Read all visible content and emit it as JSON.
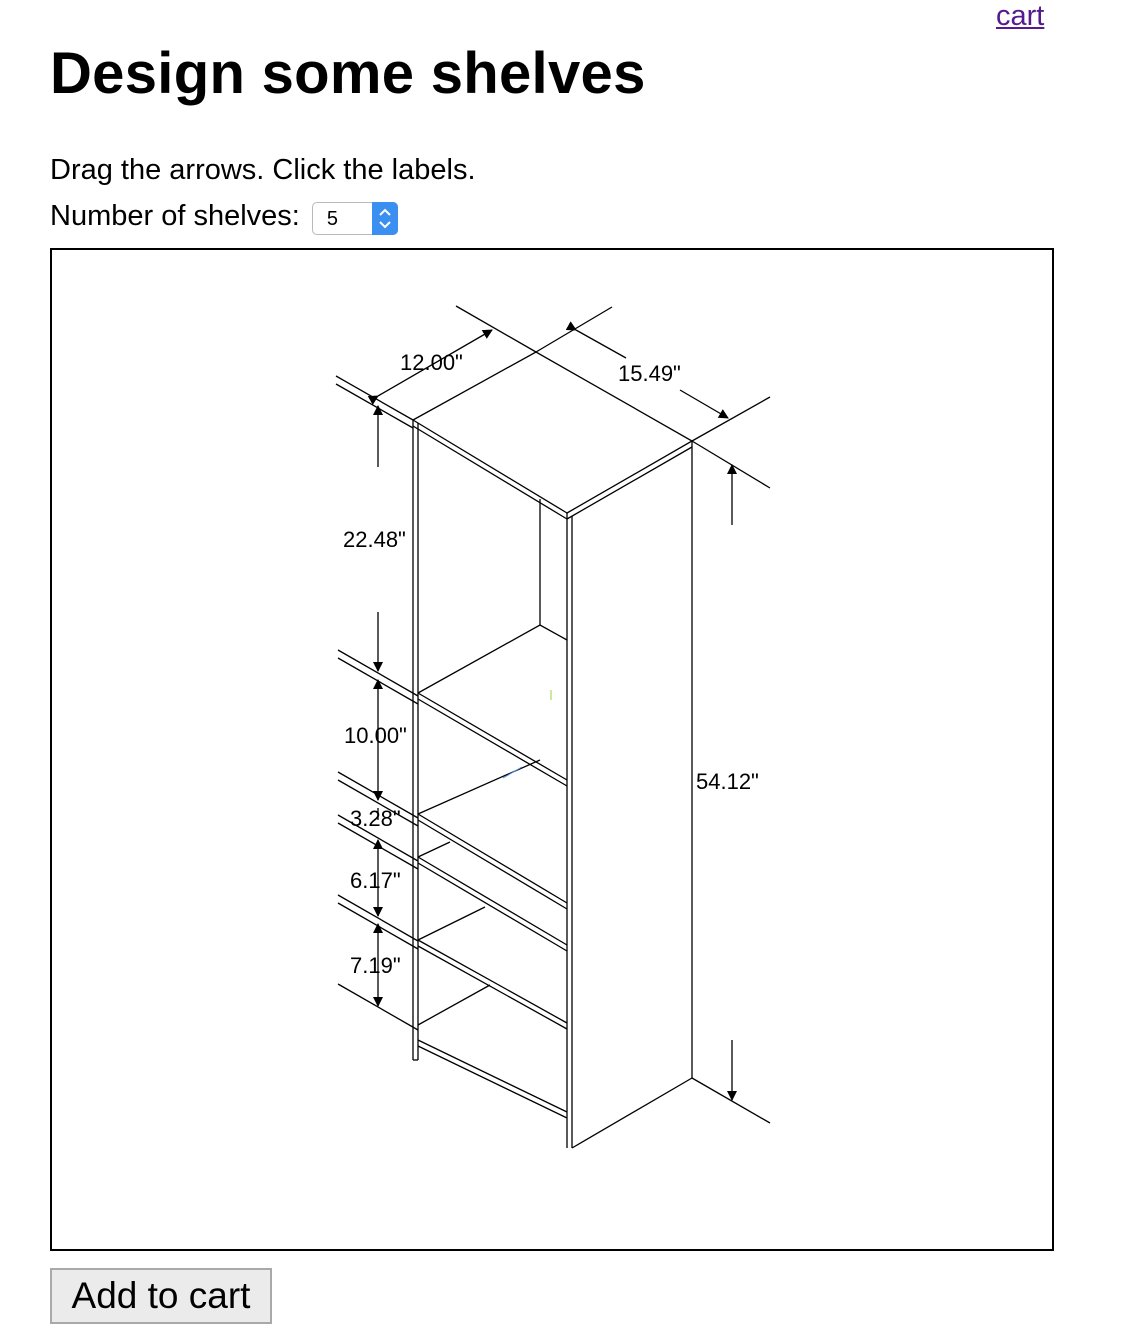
{
  "header": {
    "cart_link": "cart"
  },
  "page": {
    "title": "Design some shelves",
    "instructions": "Drag the arrows. Click the labels.",
    "shelf_count_label": "Number of shelves:",
    "shelf_count_value": "5"
  },
  "diagram": {
    "depth_label": "12.00\"",
    "width_label": "15.49\"",
    "height_label": "54.12\"",
    "gap_labels": [
      "22.48\"",
      "10.00\"",
      "3.28\"",
      "6.17\"",
      "7.19\""
    ]
  },
  "actions": {
    "add_to_cart": "Add to cart"
  }
}
